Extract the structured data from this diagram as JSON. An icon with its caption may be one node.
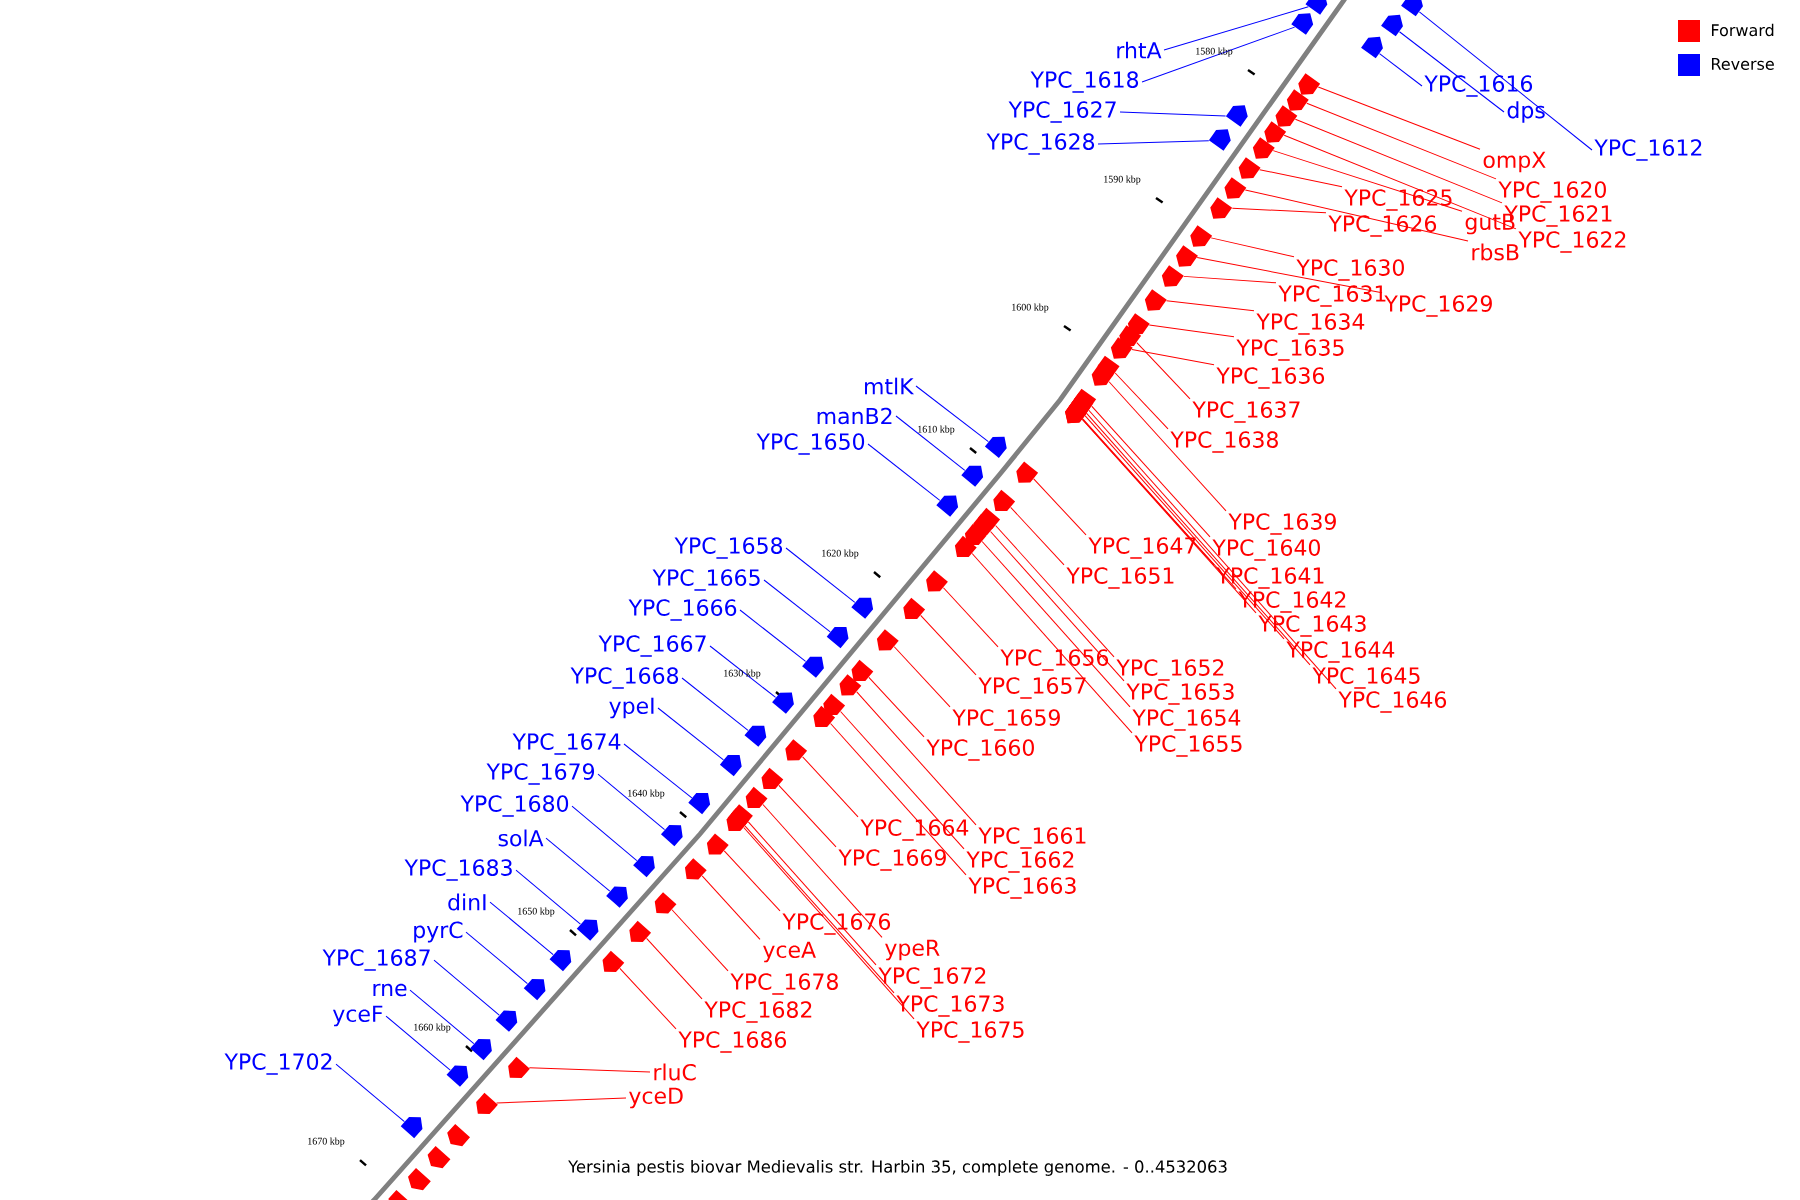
{
  "diagram": {
    "caption": "Yersinia pestis biovar Medievalis str. Harbin 35, complete genome. - 0..4532063",
    "nodes": [
      {
        "text": [
          "rhtA"
        ]
      },
      {
        "text": [
          "YPC_1618"
        ]
      },
      {
        "text": [
          "YPC_1616"
        ]
      },
      {
        "text": [
          "YPC_1627"
        ]
      },
      {
        "text": [
          "dps"
        ]
      },
      {
        "text": [
          "YPC_1628"
        ]
      },
      {
        "text": [
          "YPC_1612"
        ]
      },
      {
        "text": [
          "ompX"
        ]
      },
      {
        "text": [
          "YPC_1620"
        ]
      },
      {
        "text": [
          "YPC_1625"
        ]
      },
      {
        "text": [
          "YPC_1621"
        ]
      },
      {
        "text": [
          "gutB"
        ]
      },
      {
        "text": [
          "YPC_1626"
        ]
      },
      {
        "text": [
          "YPC_1622"
        ]
      },
      {
        "text": [
          "rbsB"
        ]
      },
      {
        "text": [
          "YPC_1630"
        ]
      },
      {
        "text": [
          "YPC_1631"
        ]
      },
      {
        "text": [
          "YPC_1629"
        ]
      },
      {
        "text": [
          "YPC_1634"
        ]
      },
      {
        "text": [
          "YPC_1635"
        ]
      },
      {
        "text": [
          "YPC_1636"
        ]
      },
      {
        "text": [
          "mtlK"
        ]
      },
      {
        "text": [
          "YPC_1637"
        ]
      },
      {
        "text": [
          "manB2"
        ]
      },
      {
        "text": [
          "YPC_1638"
        ]
      },
      {
        "text": [
          "YPC_1650"
        ]
      },
      {
        "text": [
          "YPC_1639"
        ]
      },
      {
        "text": [
          "YPC_1658"
        ]
      },
      {
        "text": [
          "YPC_1640"
        ]
      },
      {
        "text": [
          "YPC_1647"
        ]
      },
      {
        "text": [
          "YPC_1641"
        ]
      },
      {
        "text": [
          "YPC_1651"
        ]
      },
      {
        "text": [
          "YPC_1665"
        ]
      },
      {
        "text": [
          "YPC_1642"
        ]
      },
      {
        "text": [
          "YPC_1666"
        ]
      },
      {
        "text": [
          "YPC_1643"
        ]
      },
      {
        "text": [
          "YPC_1667"
        ]
      },
      {
        "text": [
          "YPC_1644"
        ]
      },
      {
        "text": [
          "YPC_1656"
        ]
      },
      {
        "text": [
          "YPC_1652"
        ]
      },
      {
        "text": [
          "YPC_1668"
        ]
      },
      {
        "text": [
          "YPC_1645"
        ]
      },
      {
        "text": [
          "YPC_1657"
        ]
      },
      {
        "text": [
          "YPC_1653"
        ]
      },
      {
        "text": [
          "YPC_1646"
        ]
      },
      {
        "text": [
          "ypeI"
        ]
      },
      {
        "text": [
          "YPC_1659"
        ]
      },
      {
        "text": [
          "YPC_1654"
        ]
      },
      {
        "text": [
          "YPC_1674"
        ]
      },
      {
        "text": [
          "YPC_1655"
        ]
      },
      {
        "text": [
          "YPC_1660"
        ]
      },
      {
        "text": [
          "YPC_1679"
        ]
      },
      {
        "text": [
          "YPC_1680"
        ]
      },
      {
        "text": [
          "YPC_1664"
        ]
      },
      {
        "text": [
          "YPC_1661"
        ]
      },
      {
        "text": [
          "solA"
        ]
      },
      {
        "text": [
          "YPC_1669"
        ]
      },
      {
        "text": [
          "YPC_1662"
        ]
      },
      {
        "text": [
          "YPC_1683"
        ]
      },
      {
        "text": [
          "YPC_1663"
        ]
      },
      {
        "text": [
          "dinI"
        ]
      },
      {
        "text": [
          "YPC_1676"
        ]
      },
      {
        "text": [
          "pyrC"
        ]
      },
      {
        "text": [
          "ypeR"
        ]
      },
      {
        "text": [
          "yceA"
        ]
      },
      {
        "text": [
          "YPC_1687"
        ]
      },
      {
        "text": [
          "YPC_1672"
        ]
      },
      {
        "text": [
          "YPC_1678"
        ]
      },
      {
        "text": [
          "rne"
        ]
      },
      {
        "text": [
          "YPC_1673"
        ]
      },
      {
        "text": [
          "YPC_1682"
        ]
      },
      {
        "text": [
          "yceF"
        ]
      },
      {
        "text": [
          "YPC_1675"
        ]
      },
      {
        "text": [
          "YPC_1686"
        ]
      },
      {
        "text": [
          "YPC_1702"
        ]
      },
      {
        "text": [
          "rluC"
        ]
      },
      {
        "text": [
          "yceD"
        ]
      },
      {
        "text": [],
        "shape": "arrow"
      },
      {
        "text": [],
        "shape": "arrow"
      },
      {
        "text": [],
        "shape": "arrow"
      },
      {
        "text": [],
        "shape": "arrow"
      },
      {
        "text": [],
        "shape": "arrow"
      },
      {
        "text": [],
        "shape": "arrow"
      },
      {
        "text": [],
        "shape": "arrow"
      },
      {
        "text": [],
        "shape": "arrow"
      },
      {
        "text": [],
        "shape": "arrow"
      },
      {
        "text": [],
        "shape": "arrow"
      },
      {
        "text": [],
        "shape": "arrow"
      },
      {
        "text": [],
        "shape": "arrow"
      },
      {
        "text": [],
        "shape": "arrow"
      },
      {
        "text": [],
        "shape": "arrow"
      },
      {
        "text": [],
        "shape": "arrow"
      },
      {
        "text": [],
        "shape": "arrow"
      },
      {
        "text": [],
        "shape": "arrow"
      },
      {
        "text": [],
        "shape": "arrow"
      },
      {
        "text": [],
        "shape": "arrow"
      },
      {
        "text": [],
        "shape": "arrow"
      },
      {
        "text": [],
        "shape": "arrow"
      },
      {
        "text": [],
        "shape": "arrow"
      },
      {
        "text": [],
        "shape": "arrow"
      },
      {
        "text": [],
        "shape": "arrow"
      },
      {
        "text": [],
        "shape": "arrow"
      },
      {
        "text": [],
        "shape": "arrow"
      },
      {
        "text": [],
        "shape": "arrow"
      },
      {
        "text": [],
        "shape": "arrow"
      },
      {
        "text": [],
        "shape": "arrow"
      },
      {
        "text": [],
        "shape": "arrow"
      },
      {
        "text": [],
        "shape": "arrow"
      },
      {
        "text": [],
        "shape": "arrow"
      },
      {
        "text": [],
        "shape": "arrow"
      },
      {
        "text": [],
        "shape": "arrow"
      },
      {
        "text": [],
        "shape": "arrow"
      },
      {
        "text": [],
        "shape": "arrow"
      },
      {
        "text": [],
        "shape": "arrow"
      },
      {
        "text": [],
        "shape": "arrow"
      },
      {
        "text": [],
        "shape": "arrow"
      },
      {
        "text": [],
        "shape": "arrow"
      },
      {
        "text": [],
        "shape": "arrow"
      },
      {
        "text": [],
        "shape": "arrow"
      },
      {
        "text": [],
        "shape": "arrow"
      },
      {
        "text": [],
        "shape": "arrow"
      },
      {
        "text": [],
        "shape": "arrow"
      },
      {
        "text": [],
        "shape": "arrow"
      },
      {
        "text": [],
        "shape": "arrow"
      },
      {
        "text": [],
        "shape": "arrow"
      },
      {
        "text": [],
        "shape": "arrow"
      },
      {
        "text": [],
        "shape": "arrow"
      },
      {
        "text": [],
        "shape": "arrow"
      },
      {
        "text": [],
        "shape": "arrow"
      },
      {
        "text": [],
        "shape": "arrow"
      },
      {
        "text": [],
        "shape": "arrow"
      },
      {
        "text": [],
        "shape": "arrow"
      },
      {
        "text": [],
        "shape": "arrow"
      },
      {
        "text": [],
        "shape": "arrow"
      },
      {
        "text": [],
        "shape": "arrow"
      },
      {
        "text": [],
        "shape": "arrow"
      },
      {
        "text": [],
        "shape": "arrow"
      },
      {
        "text": [],
        "shape": "arrow"
      },
      {
        "text": [],
        "shape": "arrow"
      },
      {
        "text": [],
        "shape": "arrow"
      },
      {
        "text": [],
        "shape": "arrow"
      },
      {
        "text": [],
        "shape": "arrow"
      },
      {
        "text": [],
        "shape": "arrow"
      },
      {
        "text": [],
        "shape": "arrow"
      },
      {
        "text": [],
        "shape": "arrow"
      },
      {
        "text": [],
        "shape": "arrow"
      },
      {
        "text": [],
        "shape": "arrow"
      },
      {
        "text": [],
        "shape": "arrow"
      },
      {
        "text": [],
        "shape": "arrow"
      },
      {
        "text": [],
        "shape": "arrow"
      },
      {
        "text": [],
        "shape": "arrow"
      },
      {
        "text": [],
        "shape": "arrow"
      },
      {
        "text": [],
        "shape": "arrow"
      },
      {
        "text": [],
        "shape": "arrow"
      }
    ],
    "edges": [
      {
        "from": 0,
        "to": 77,
        "arrow": "none",
        "color": "#0000ff"
      },
      {
        "from": 1,
        "to": 78,
        "arrow": "none",
        "color": "#0000ff"
      },
      {
        "from": 2,
        "to": 79,
        "arrow": "none",
        "color": "#0000ff"
      },
      {
        "from": 3,
        "to": 80,
        "arrow": "none",
        "color": "#0000ff"
      },
      {
        "from": 4,
        "to": 81,
        "arrow": "none",
        "color": "#0000ff"
      },
      {
        "from": 5,
        "to": 82,
        "arrow": "none",
        "color": "#0000ff"
      },
      {
        "from": 6,
        "to": 83,
        "arrow": "none",
        "color": "#0000ff"
      },
      {
        "from": 7,
        "to": 84,
        "arrow": "none"
      },
      {
        "from": 8,
        "to": 85,
        "arrow": "none"
      },
      {
        "from": 9,
        "to": 86,
        "arrow": "none"
      },
      {
        "from": 10,
        "to": 87,
        "arrow": "none"
      },
      {
        "from": 11,
        "to": 88,
        "arrow": "none"
      },
      {
        "from": 12,
        "to": 89,
        "arrow": "none"
      },
      {
        "from": 13,
        "to": 90,
        "arrow": "none"
      },
      {
        "from": 14,
        "to": 91,
        "arrow": "none"
      },
      {
        "from": 15,
        "to": 92,
        "arrow": "none"
      },
      {
        "from": 16,
        "to": 93,
        "arrow": "none"
      },
      {
        "from": 17,
        "to": 94,
        "arrow": "none"
      },
      {
        "from": 18,
        "to": 95,
        "arrow": "none"
      },
      {
        "from": 19,
        "to": 96,
        "arrow": "none"
      },
      {
        "from": 20,
        "to": 97,
        "arrow": "none"
      },
      {
        "from": 21,
        "to": 98,
        "arrow": "none",
        "color": "#0000ff"
      },
      {
        "from": 22,
        "to": 99,
        "arrow": "none"
      },
      {
        "from": 23,
        "to": 100,
        "arrow": "none",
        "color": "#0000ff"
      },
      {
        "from": 24,
        "to": 101,
        "arrow": "none"
      },
      {
        "from": 25,
        "to": 102,
        "arrow": "none",
        "color": "#0000ff"
      },
      {
        "from": 26,
        "to": 103,
        "arrow": "none"
      },
      {
        "from": 27,
        "to": 104,
        "arrow": "none",
        "color": "#0000ff"
      },
      {
        "from": 28,
        "to": 105,
        "arrow": "none"
      },
      {
        "from": 29,
        "to": 106,
        "arrow": "none"
      },
      {
        "from": 30,
        "to": 107,
        "arrow": "none"
      },
      {
        "from": 31,
        "to": 108,
        "arrow": "none"
      },
      {
        "from": 32,
        "to": 109,
        "arrow": "none",
        "color": "#0000ff"
      },
      {
        "from": 33,
        "to": 110,
        "arrow": "none"
      },
      {
        "from": 34,
        "to": 111,
        "arrow": "none",
        "color": "#0000ff"
      },
      {
        "from": 35,
        "to": 112,
        "arrow": "none"
      },
      {
        "from": 36,
        "to": 113,
        "arrow": "none",
        "color": "#0000ff"
      },
      {
        "from": 37,
        "to": 114,
        "arrow": "none"
      },
      {
        "from": 38,
        "to": 115,
        "arrow": "none"
      },
      {
        "from": 39,
        "to": 116,
        "arrow": "none"
      },
      {
        "from": 40,
        "to": 117,
        "arrow": "none",
        "color": "#0000ff"
      },
      {
        "from": 41,
        "to": 118,
        "arrow": "none"
      },
      {
        "from": 42,
        "to": 119,
        "arrow": "none"
      },
      {
        "from": 43,
        "to": 120,
        "arrow": "none"
      },
      {
        "from": 44,
        "to": 121,
        "arrow": "none"
      },
      {
        "from": 45,
        "to": 122,
        "arrow": "none",
        "color": "#0000ff"
      },
      {
        "from": 46,
        "to": 123,
        "arrow": "none"
      },
      {
        "from": 47,
        "to": 124,
        "arrow": "none"
      },
      {
        "from": 48,
        "to": 125,
        "arrow": "none",
        "color": "#0000ff"
      },
      {
        "from": 49,
        "to": 126,
        "arrow": "none"
      },
      {
        "from": 50,
        "to": 127,
        "arrow": "none"
      },
      {
        "from": 51,
        "to": 128,
        "arrow": "none",
        "color": "#0000ff"
      },
      {
        "from": 52,
        "to": 129,
        "arrow": "none",
        "color": "#0000ff"
      },
      {
        "from": 53,
        "to": 130,
        "arrow": "none"
      },
      {
        "from": 54,
        "to": 131,
        "arrow": "none"
      },
      {
        "from": 55,
        "to": 132,
        "arrow": "none",
        "color": "#0000ff"
      },
      {
        "from": 56,
        "to": 133,
        "arrow": "none"
      },
      {
        "from": 57,
        "to": 134,
        "arrow": "none"
      },
      {
        "from": 58,
        "to": 135,
        "arrow": "none",
        "color": "#0000ff"
      },
      {
        "from": 59,
        "to": 136,
        "arrow": "none"
      },
      {
        "from": 60,
        "to": 137,
        "arrow": "none",
        "color": "#0000ff"
      },
      {
        "from": 61,
        "to": 138,
        "arrow": "none"
      },
      {
        "from": 62,
        "to": 139,
        "arrow": "none",
        "color": "#0000ff"
      },
      {
        "from": 63,
        "to": 140,
        "arrow": "none"
      },
      {
        "from": 64,
        "to": 141,
        "arrow": "none"
      },
      {
        "from": 65,
        "to": 142,
        "arrow": "none",
        "color": "#0000ff"
      },
      {
        "from": 66,
        "to": 143,
        "arrow": "none"
      },
      {
        "from": 67,
        "to": 144,
        "arrow": "none"
      },
      {
        "from": 68,
        "to": 145,
        "arrow": "none",
        "color": "#0000ff"
      },
      {
        "from": 69,
        "to": 146,
        "arrow": "none"
      },
      {
        "from": 70,
        "to": 147,
        "arrow": "none"
      },
      {
        "from": 71,
        "to": 148,
        "arrow": "none",
        "color": "#0000ff"
      },
      {
        "from": 72,
        "to": 149,
        "arrow": "none"
      },
      {
        "from": 73,
        "to": 150,
        "arrow": "none"
      },
      {
        "from": 74,
        "to": 151,
        "arrow": "none",
        "color": "#0000ff"
      },
      {
        "from": 75,
        "to": 152,
        "arrow": "none"
      },
      {
        "from": 76,
        "to": 153,
        "arrow": "none"
      }
    ],
    "labels": [
      "1580 kbp",
      "1590 kbp",
      "1600 kbp",
      "1610 kbp",
      "1620 kbp",
      "1630 kbp",
      "1640 kbp",
      "1650 kbp",
      "1660 kbp",
      "1670 kbp"
    ],
    "legend": [
      {
        "text": "Forward",
        "color": "#ff0000"
      },
      {
        "text": "Reverse",
        "color": "#0000ff"
      }
    ]
  }
}
